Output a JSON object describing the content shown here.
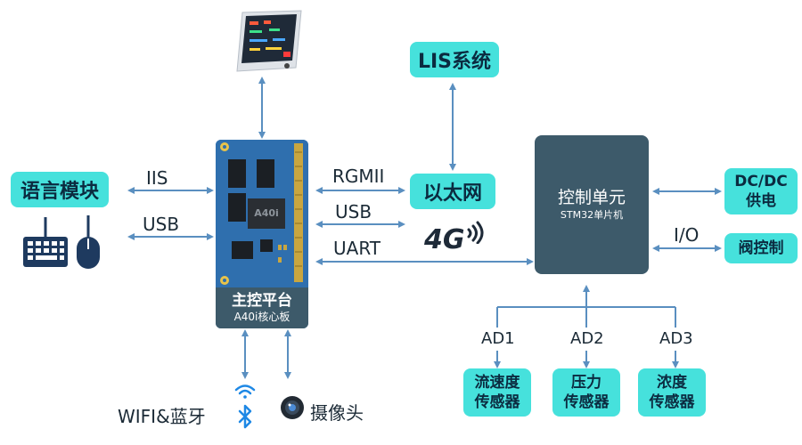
{
  "main_platform": {
    "title": "主控平台",
    "subtitle": "A40i核心板",
    "chip_label": "A40i"
  },
  "control_unit": {
    "title": "控制单元",
    "subtitle": "STM32单片机"
  },
  "lis_system": "LIS系统",
  "ethernet": "以太网",
  "cellular": "4G",
  "voice_module": "语言模块",
  "dcdc_box": [
    "DC/DC",
    "供电"
  ],
  "valve_control": "阀控制",
  "links": {
    "iis": "IIS",
    "usb_left": "USB",
    "rgmii": "RGMII",
    "usb_right": "USB",
    "uart": "UART",
    "io": "I/O"
  },
  "ad_channels": [
    "AD1",
    "AD2",
    "AD3"
  ],
  "sensors": [
    {
      "line1": "流速度",
      "line2": "传感器"
    },
    {
      "line1": "压力",
      "line2": "传感器"
    },
    {
      "line1": "浓度",
      "line2": "传感器"
    }
  ],
  "peripherals": {
    "wifi_bt": "WIFI&蓝牙",
    "camera": "摄像头"
  },
  "colors": {
    "accent_cyan": "#46e1dc",
    "unit_dark": "#3d5a6a",
    "wire_blue": "#5a8fc0",
    "board_blue": "#2f6fae",
    "icon_navy": "#1e3a5f"
  }
}
